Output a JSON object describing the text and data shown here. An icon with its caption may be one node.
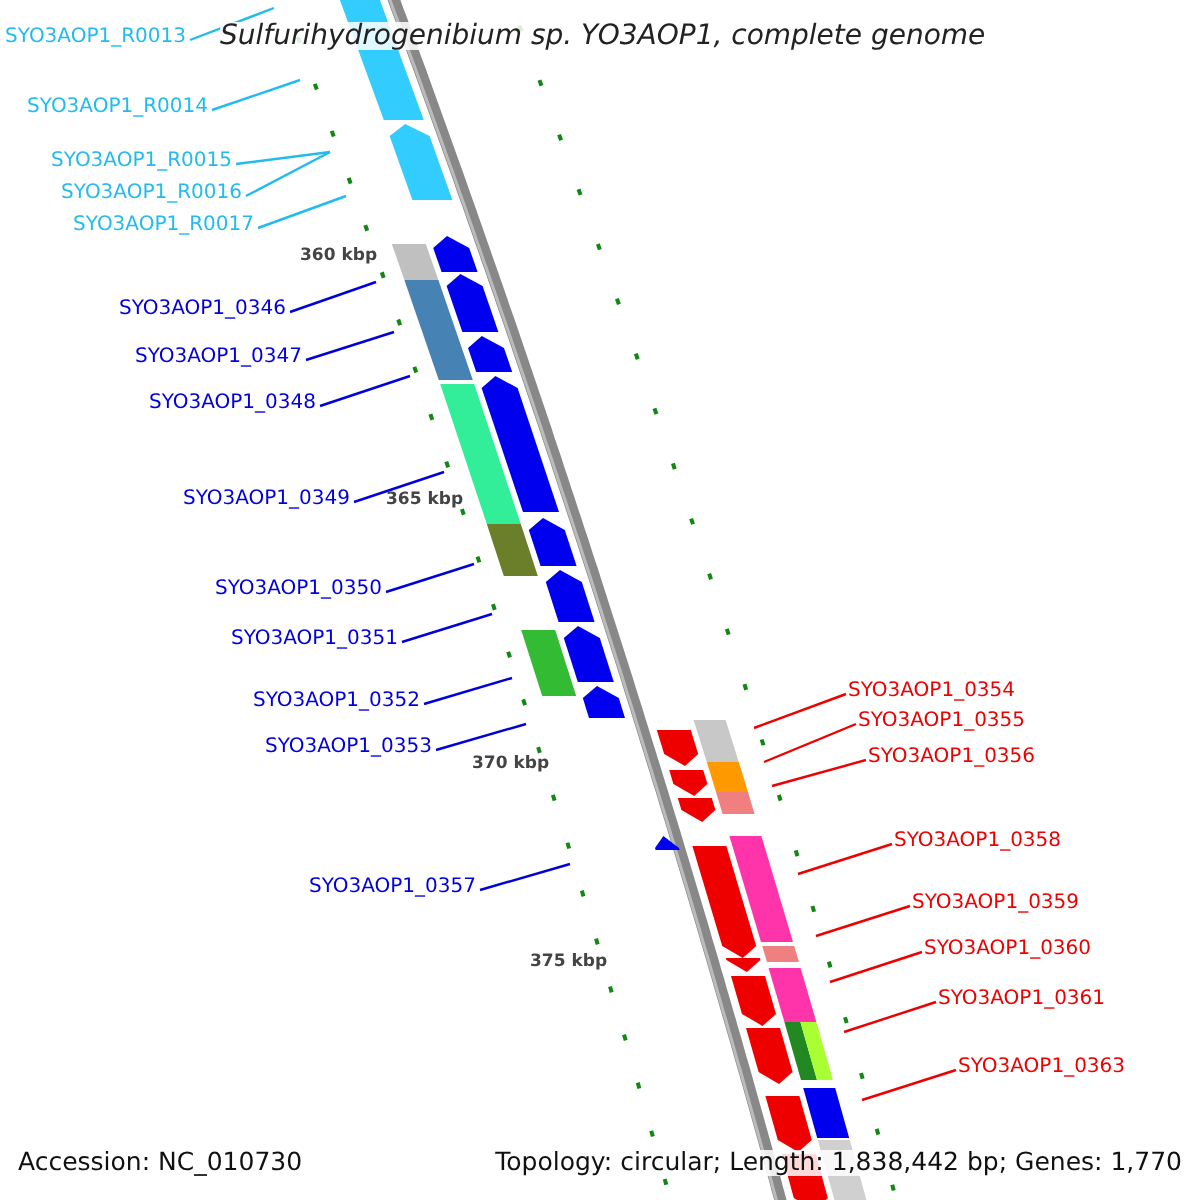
{
  "diagram": {
    "title": "Sulfurihydrogenibium sp. YO3AOP1, complete genome",
    "nodes": [
      {
        "text": [
          "SYO3AOP1_R0013"
        ]
      },
      {
        "text": [
          "SYO3AOP1_R0014"
        ]
      },
      {
        "text": [
          "SYO3AOP1_R0015"
        ]
      },
      {
        "text": [
          "SYO3AOP1_R0016"
        ]
      },
      {
        "text": [
          "SYO3AOP1_R0017"
        ]
      },
      {
        "text": [
          "SYO3AOP1_0346"
        ]
      },
      {
        "text": [
          "SYO3AOP1_0347"
        ]
      },
      {
        "text": [
          "SYO3AOP1_0348"
        ]
      },
      {
        "text": [
          "SYO3AOP1_0349"
        ]
      },
      {
        "text": [
          "SYO3AOP1_0350"
        ]
      },
      {
        "text": [
          "SYO3AOP1_0351"
        ]
      },
      {
        "text": [
          "SYO3AOP1_0352"
        ]
      },
      {
        "text": [
          "SYO3AOP1_0353"
        ]
      },
      {
        "text": [
          "SYO3AOP1_0354"
        ]
      },
      {
        "text": [
          "SYO3AOP1_0355"
        ]
      },
      {
        "text": [
          "SYO3AOP1_0356"
        ]
      },
      {
        "text": [
          "SYO3AOP1_0357"
        ]
      },
      {
        "text": [
          "SYO3AOP1_0358"
        ]
      },
      {
        "text": [
          "SYO3AOP1_0359"
        ]
      },
      {
        "text": [
          "SYO3AOP1_0360"
        ]
      },
      {
        "text": [
          "SYO3AOP1_0361"
        ]
      },
      {
        "text": [
          "SYO3AOP1_0363"
        ]
      }
    ],
    "edges": [
      {
        "from": 0,
        "to": null,
        "arrow": "none",
        "color": "#22bbee"
      },
      {
        "from": 1,
        "to": null,
        "arrow": "none",
        "color": "#22bbee"
      },
      {
        "from": 2,
        "to": null,
        "arrow": "none",
        "color": "#22bbee"
      },
      {
        "from": 3,
        "to": null,
        "arrow": "none",
        "color": "#22bbee"
      },
      {
        "from": 4,
        "to": null,
        "arrow": "none",
        "color": "#22bbee"
      },
      {
        "from": 5,
        "to": null,
        "arrow": "none"
      },
      {
        "from": 6,
        "to": null,
        "arrow": "none"
      },
      {
        "from": 7,
        "to": null,
        "arrow": "none"
      },
      {
        "from": 8,
        "to": null,
        "arrow": "none"
      },
      {
        "from": 9,
        "to": null,
        "arrow": "none"
      },
      {
        "from": 10,
        "to": null,
        "arrow": "none"
      },
      {
        "from": 11,
        "to": null,
        "arrow": "none"
      },
      {
        "from": 12,
        "to": null,
        "arrow": "none"
      },
      {
        "from": 13,
        "to": null,
        "arrow": "none",
        "color": "#ee0000"
      },
      {
        "from": 14,
        "to": null,
        "arrow": "none",
        "color": "#ee0000"
      },
      {
        "from": 15,
        "to": null,
        "arrow": "none",
        "color": "#ee0000"
      },
      {
        "from": 16,
        "to": null,
        "arrow": "none"
      },
      {
        "from": 17,
        "to": null,
        "arrow": "none",
        "color": "#ee0000"
      },
      {
        "from": 18,
        "to": null,
        "arrow": "none",
        "color": "#ee0000"
      },
      {
        "from": 19,
        "to": null,
        "arrow": "none",
        "color": "#ee0000"
      },
      {
        "from": 20,
        "to": null,
        "arrow": "none",
        "color": "#ee0000"
      },
      {
        "from": 21,
        "to": null,
        "arrow": "none",
        "color": "#ee0000"
      }
    ],
    "labels": [
      "360 kbp",
      "365 kbp",
      "370 kbp",
      "375 kbp",
      "Accession: NC_010730",
      "Topology: circular; Length: 1,838,442 bp; Genes: 1,770"
    ]
  }
}
